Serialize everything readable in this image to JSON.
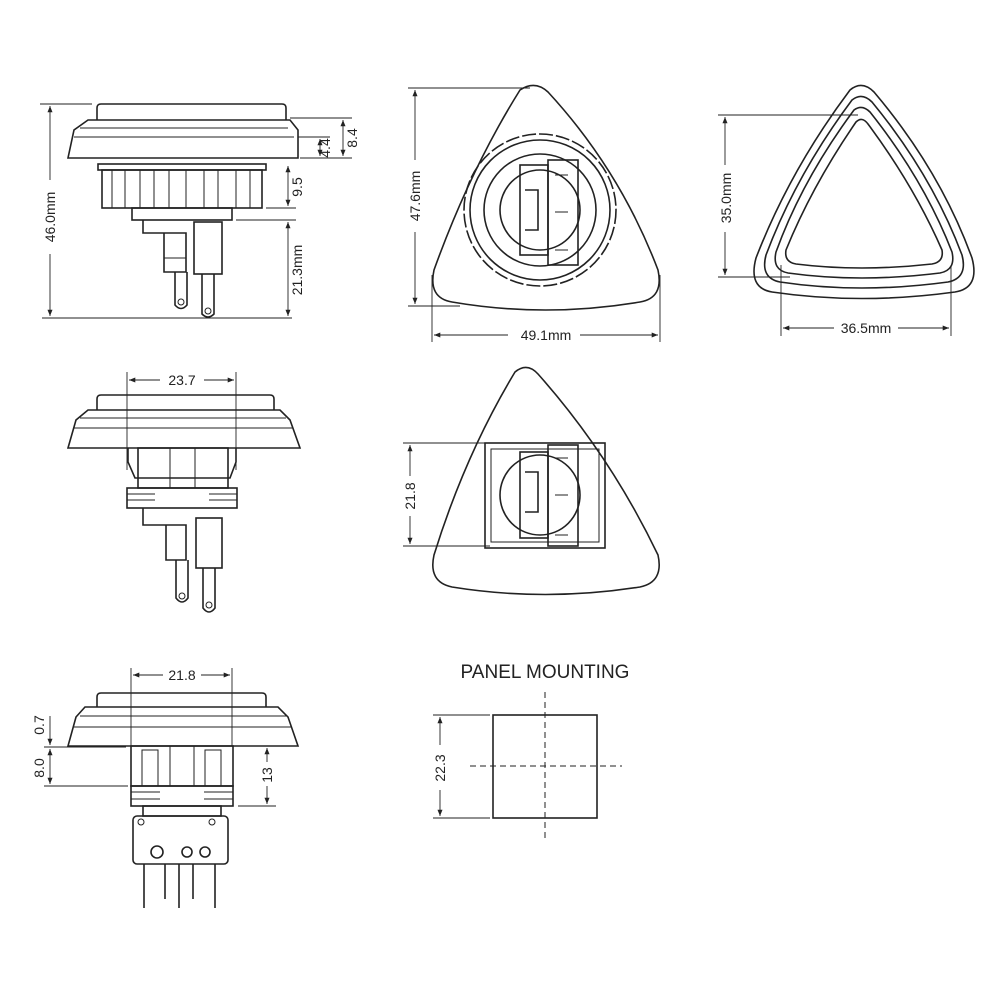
{
  "side_view_top": {
    "overall_height": "46.0mm",
    "cap_height": "4.4",
    "top_height": "8.4",
    "body_height": "9.5",
    "terminal_height": "21.3mm"
  },
  "front_view": {
    "height": "47.6mm",
    "width": "49.1mm"
  },
  "lens_view": {
    "height": "35.0mm",
    "width": "36.5mm"
  },
  "side_view_mid": {
    "body_width": "23.7"
  },
  "back_view": {
    "square_size": "21.8"
  },
  "side_view_bottom": {
    "body_width": "21.8",
    "flange": "0.7",
    "panel_thickness": "8.0",
    "depth": "13"
  },
  "panel_mounting": {
    "title": "PANEL MOUNTING",
    "cutout_size": "22.3"
  },
  "colors": {
    "line": "#222222",
    "background": "#ffffff"
  }
}
